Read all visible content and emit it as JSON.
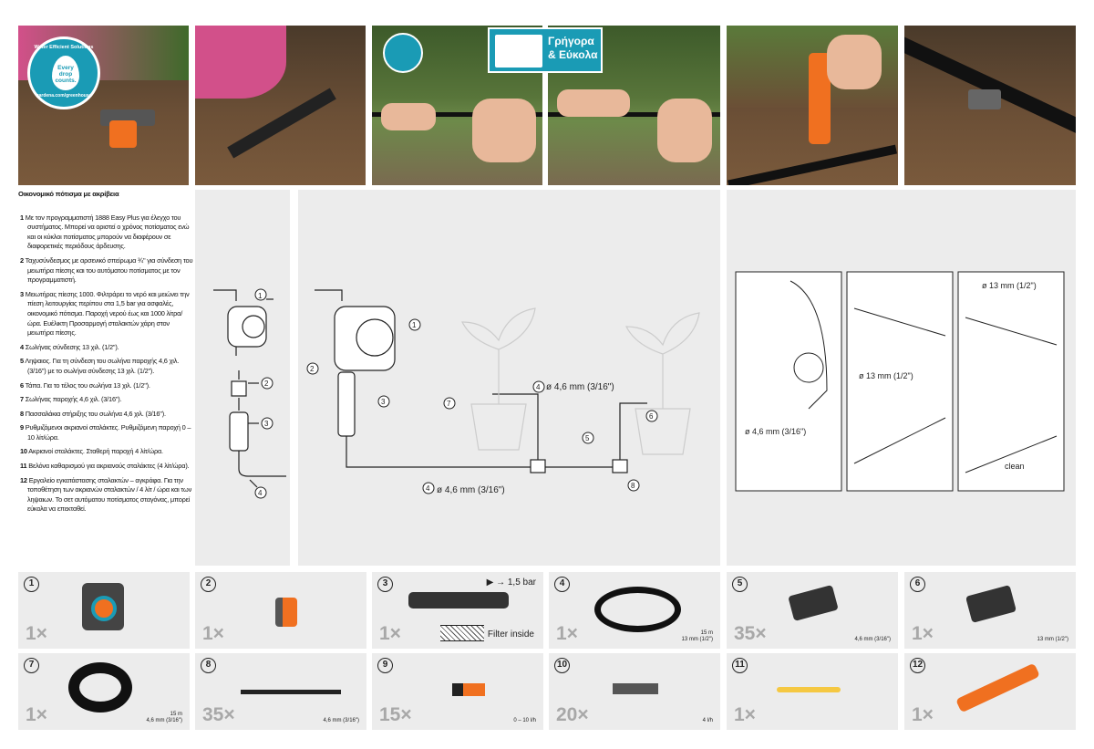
{
  "badge": {
    "title": "Water Efficient Solutions",
    "drop": "Every drop counts.",
    "sub": "gardena.com/greenhouse"
  },
  "quick_badge": {
    "line1": "Γρήγορα",
    "line2": "& Εύκολα"
  },
  "instructions": {
    "title": "Οικονομικό πότισμα με ακρίβεια",
    "items": [
      {
        "n": "1",
        "text": "Με τον προγραμματιστή 1888 Easy Plus για έλεγχο του συστήματος. Μπορεί να οριστεί ο χρόνος ποτίσματος ενώ και οι κύκλοι ποτίσματος μπορούν να διαφέρουν σε διαφορετικές περιόδους άρδευσης."
      },
      {
        "n": "2",
        "text": "Ταχυσύνδεσμος με αρσενικό σπείρωμα ¾\" για σύνδεση του μειωτήρα πίεσης και του αυτόματου ποτίσματος με τον προγραμματιστή."
      },
      {
        "n": "3",
        "text": "Μειωτήρας πίεσης 1000. Φιλτράρει το νερό και μειώνει την πίεση λειτουργίας περίπου στα 1,5 bar για ασφαλές, οικονομικό πότισμα. Παροχή νερού έως και 1000 λίτρα/ώρα. Ευέλικτη Προσαρμογή σταλακτών χάρη στον μειωτήρα πίεσης."
      },
      {
        "n": "4",
        "text": "Σωλήνας σύνδεσης 13 χιλ. (1/2\")."
      },
      {
        "n": "5",
        "text": "Ληψαιος. Για τη σύνδεση του σωλήνα παροχής 4,6 χιλ. (3/16\") με το σωλήνα σύνδεσης 13 χιλ. (1/2\")."
      },
      {
        "n": "6",
        "text": "Τάπα. Για το τέλος του σωλήνα 13 χιλ. (1/2\")."
      },
      {
        "n": "7",
        "text": "Σωλήνας παροχής 4,6 χιλ. (3/16\")."
      },
      {
        "n": "8",
        "text": "Πασσαλάκια στήριξης του σωλήνα 4,6 χιλ. (3/16\")."
      },
      {
        "n": "9",
        "text": "Ρυθμιζόμενοι ακριανοί σταλάκτες. Ρυθμιζόμενη παροχή 0 – 10 λίτ/ώρα."
      },
      {
        "n": "10",
        "text": "Ακριανοί σταλάκτες. Σταθερή παροχή 4 λίτ/ώρα."
      },
      {
        "n": "11",
        "text": "Βελόνα καθαρισμού για ακριανούς σταλάκτες (4 λίτ/ώρα)."
      },
      {
        "n": "12",
        "text": "Εργαλείο εγκατάστασης σταλακτών – αγκράφα. Για την τοποθέτηση των ακριανών σταλακτών / 4 λίτ / ώρα και των ληψαιων. Το σετ αυτόματου ποτίσματος σταγόνας, μπορεί εύκολα να επεκταθεί."
      }
    ]
  },
  "diagram": {
    "tube_small": "ø 4,6 mm (3/16\")",
    "tube_large": "ø 13 mm (1/2\")",
    "clean": "clean"
  },
  "parts": [
    {
      "n": "1",
      "qty": "1×",
      "spec": "",
      "spec2": ""
    },
    {
      "n": "2",
      "qty": "1×",
      "spec": "",
      "spec2": ""
    },
    {
      "n": "3",
      "qty": "1×",
      "spec": "→ 1,5 bar",
      "spec2": "Filter inside"
    },
    {
      "n": "4",
      "qty": "1×",
      "spec": "15 m",
      "spec2": "13 mm (1/2\")"
    },
    {
      "n": "5",
      "qty": "35×",
      "spec": "4,6 mm (3/16\")",
      "spec2": ""
    },
    {
      "n": "6",
      "qty": "1×",
      "spec": "13 mm (1/2\")",
      "spec2": ""
    },
    {
      "n": "7",
      "qty": "1×",
      "spec": "15 m",
      "spec2": "4,6 mm (3/16\")"
    },
    {
      "n": "8",
      "qty": "35×",
      "spec": "4,6 mm (3/16\")",
      "spec2": ""
    },
    {
      "n": "9",
      "qty": "15×",
      "spec": "0 – 10 l/h",
      "spec2": ""
    },
    {
      "n": "10",
      "qty": "20×",
      "spec": "4 l/h",
      "spec2": ""
    },
    {
      "n": "11",
      "qty": "1×",
      "spec": "",
      "spec2": ""
    },
    {
      "n": "12",
      "qty": "1×",
      "spec": "",
      "spec2": ""
    }
  ],
  "colors": {
    "accent": "#1a9bb5",
    "orange": "#f07020",
    "panel": "#ececec"
  }
}
